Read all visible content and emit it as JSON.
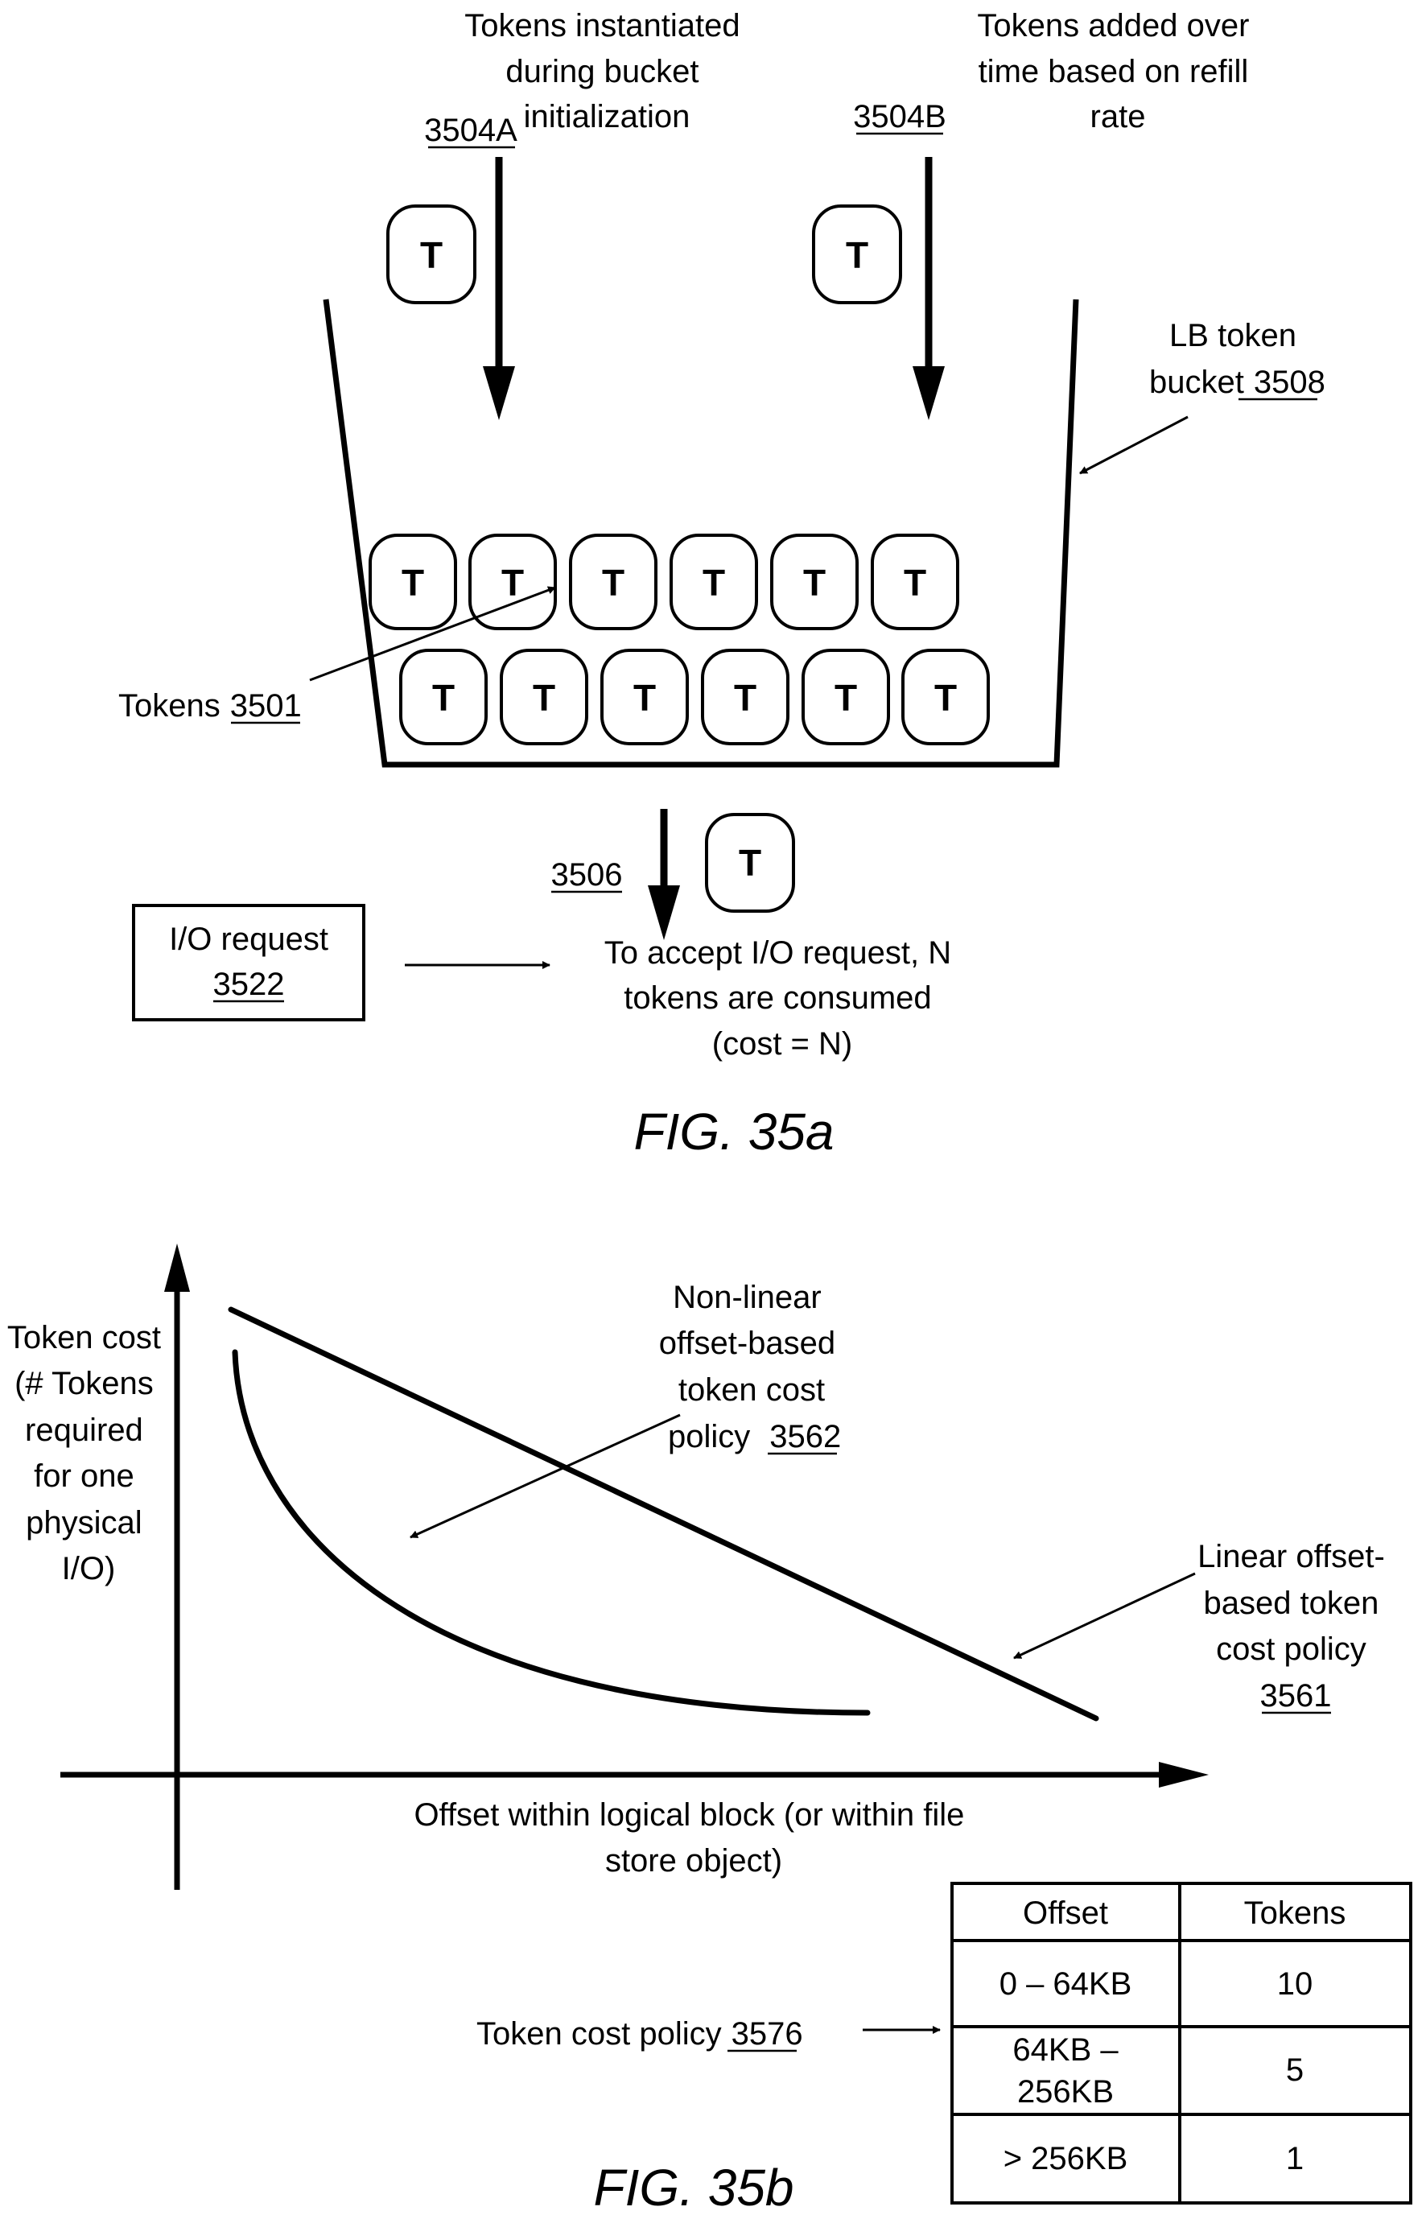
{
  "fig_a": {
    "caption": "FIG. 35a",
    "top_left_label": [
      "Tokens instantiated",
      "during bucket",
      "initialization"
    ],
    "ref_3504a": "3504A",
    "top_right_label": [
      "Tokens added over",
      "time based on refill",
      "rate"
    ],
    "ref_3504b": "3504B",
    "bucket_label": [
      "LB token",
      "bucket"
    ],
    "ref_3508": "3508",
    "tokens_label": "Tokens",
    "ref_3501": "3501",
    "token_glyph": "T",
    "ref_3506": "3506",
    "io_request_label": "I/O request",
    "ref_3522": "3522",
    "accept_text": [
      "To accept I/O request, N",
      "tokens are consumed",
      "(cost = N)"
    ]
  },
  "fig_b": {
    "caption": "FIG. 35b",
    "y_axis_label": [
      "Token cost",
      "(# Tokens",
      "required",
      "for one",
      "physical",
      "I/O)"
    ],
    "x_axis_label": [
      "Offset within logical block (or within file",
      "store object)"
    ],
    "nonlinear_label": [
      "Non-linear",
      "offset-based",
      "token cost",
      "policy"
    ],
    "ref_3562": "3562",
    "linear_label": [
      "Linear offset-",
      "based token",
      "cost policy"
    ],
    "ref_3561": "3561",
    "policy_label": "Token cost policy",
    "ref_3576": "3576",
    "table": {
      "headers": [
        "Offset",
        "Tokens"
      ],
      "rows": [
        {
          "offset": [
            "0 – 64KB"
          ],
          "tokens": "10"
        },
        {
          "offset": [
            "64KB –",
            "256KB"
          ],
          "tokens": "5"
        },
        {
          "offset": [
            "> 256KB"
          ],
          "tokens": "1"
        }
      ]
    }
  }
}
